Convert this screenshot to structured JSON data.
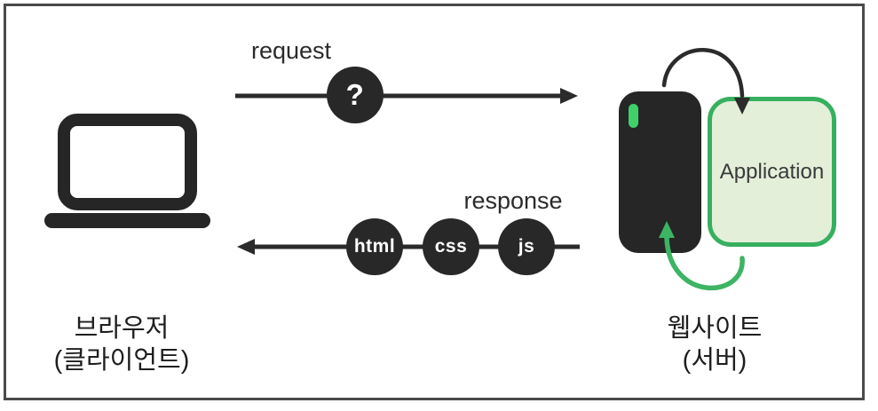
{
  "diagram": {
    "request": {
      "label": "request",
      "badge": "?"
    },
    "response": {
      "label": "response",
      "items": [
        "html",
        "css",
        "js"
      ]
    },
    "server": {
      "application_label": "Application"
    },
    "captions": {
      "client": [
        "브라우저",
        "(클라이언트)"
      ],
      "server": [
        "웹사이트",
        "(서버)"
      ]
    }
  },
  "colors": {
    "dark": "#282828",
    "frame_border": "#4a4a4a",
    "green_arrow": "#3cb464",
    "green_border": "#36b05f",
    "green_led": "#3fd06b",
    "green_fill": "#e4efda",
    "text": "#1e1e1e"
  }
}
